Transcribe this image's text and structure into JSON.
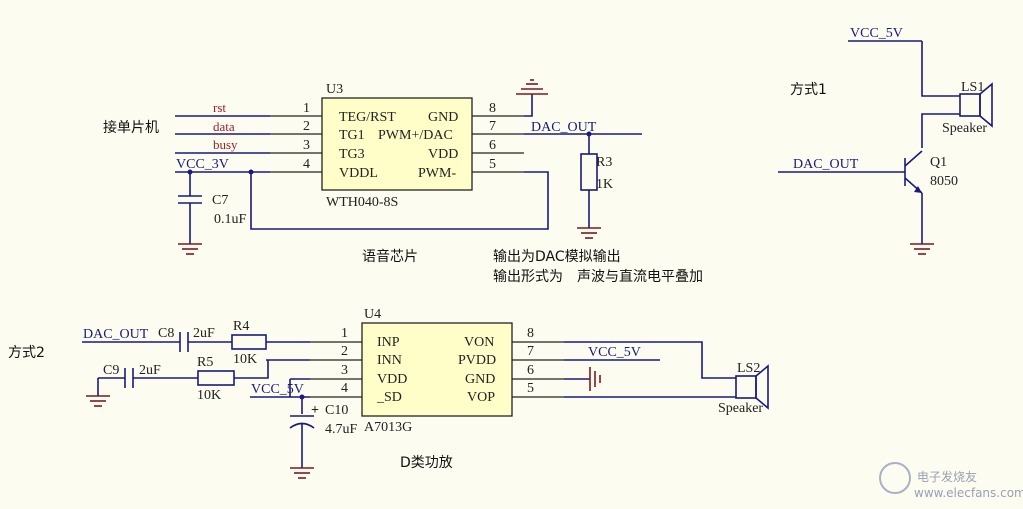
{
  "title_mode1": "方式1",
  "title_mode2": "方式2",
  "u3": {
    "ref": "U3",
    "part": "WTH040-8S",
    "pins_left": [
      {
        "num": "1",
        "name": "TEG/RST"
      },
      {
        "num": "2",
        "name": "TG1"
      },
      {
        "num": "3",
        "name": "TG3"
      },
      {
        "num": "4",
        "name": "VDDL"
      }
    ],
    "pins_right": [
      {
        "num": "8",
        "name": "GND"
      },
      {
        "num": "7",
        "name": "PWM+/DAC"
      },
      {
        "num": "6",
        "name": "VDD"
      },
      {
        "num": "5",
        "name": "PWM-"
      }
    ],
    "nets": {
      "rst": "rst",
      "data": "data",
      "busy": "busy",
      "vcc": "VCC_3V",
      "dac": "DAC_OUT"
    },
    "mcu_label": "接单片机",
    "chip_label": "语音芯片",
    "note1": "输出为DAC模拟输出",
    "note2": "输出形式为　声波与直流电平叠加"
  },
  "c7": {
    "ref": "C7",
    "value": "0.1uF"
  },
  "r3": {
    "ref": "R3",
    "value": "1K"
  },
  "mode1": {
    "vcc": "VCC_5V",
    "ls": "LS1",
    "speaker": "Speaker",
    "dac": "DAC_OUT",
    "q": "Q1",
    "q_part": "8050"
  },
  "u4": {
    "ref": "U4",
    "part": "A7013G",
    "pins_left": [
      {
        "num": "1",
        "name": "INP"
      },
      {
        "num": "2",
        "name": "INN"
      },
      {
        "num": "3",
        "name": "VDD"
      },
      {
        "num": "4",
        "name": "_SD"
      }
    ],
    "pins_right": [
      {
        "num": "8",
        "name": "VON"
      },
      {
        "num": "7",
        "name": "PVDD"
      },
      {
        "num": "6",
        "name": "GND"
      },
      {
        "num": "5",
        "name": "VOP"
      }
    ],
    "label": "D类功放"
  },
  "mode2": {
    "dac": "DAC_OUT",
    "c8": "C8",
    "c8v": "2uF",
    "r4": "R4",
    "r4v": "10K",
    "c9": "C9",
    "c9v": "2uF",
    "r5": "R5",
    "r5v": "10K",
    "vcc_sd": "VCC_5V",
    "vcc_pvdd": "VCC_5V",
    "c10": "C10",
    "c10v": "4.7uF",
    "ls": "LS2",
    "speaker": "Speaker"
  },
  "watermark": "电子发烧友",
  "watermark_url": "www.elecfans.com"
}
